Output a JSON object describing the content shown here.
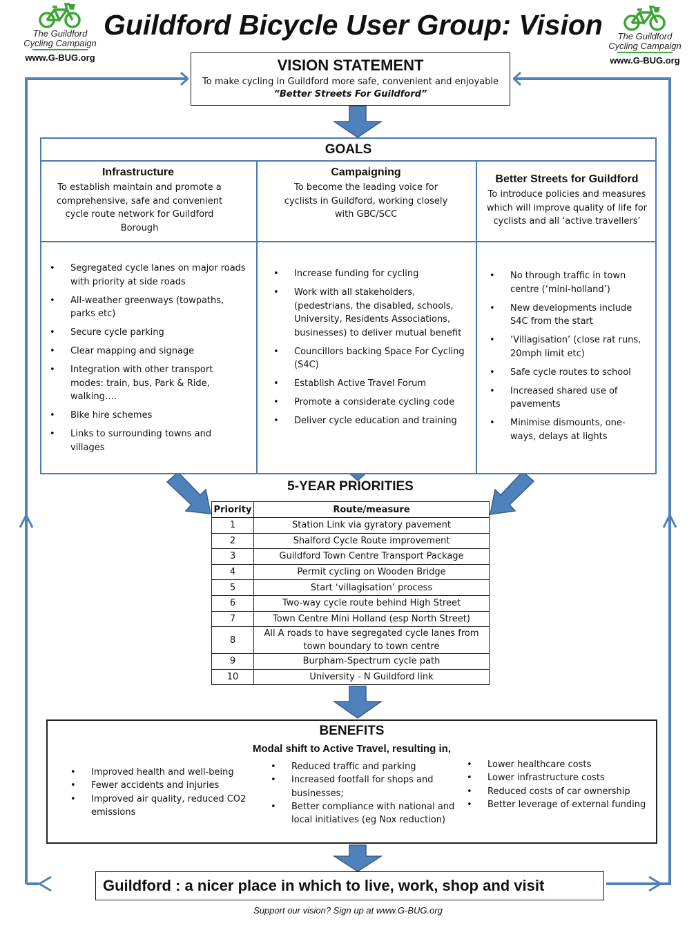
{
  "header": {
    "title": "Guildford Bicycle User Group: Vision",
    "logo_line1": "The Guildford",
    "logo_line2": "Cycling Campaign",
    "logo_url": "www.G-BUG.org"
  },
  "vision": {
    "heading": "VISION STATEMENT",
    "text": "To make cycling in Guildford more safe, convenient and enjoyable",
    "slogan": "“Better Streets For Guildford”"
  },
  "goals": {
    "heading": "GOALS",
    "columns": [
      {
        "title": "Infrastructure",
        "text": "To establish maintain and promote  a comprehensive, safe and convenient cycle route network  for Guildford Borough",
        "bullets": [
          "Segregated  cycle lanes on major roads with priority  at side roads",
          "All-weather greenways (towpaths, parks etc)",
          "Secure cycle parking",
          "Clear mapping and signage",
          "Integration with other transport modes: train, bus, Park & Ride, walking….",
          "Bike hire schemes",
          "Links to surrounding towns and villages"
        ]
      },
      {
        "title": "Campaigning",
        "text": "To become the leading voice for cyclists in Guildford, working closely with GBC/SCC",
        "bullets": [
          "Increase funding for cycling",
          "Work with all stakeholders, (pedestrians, the disabled, schools, University, Residents Associations, businesses) to deliver mutual benefit",
          "Councillors backing Space For Cycling (S4C)",
          "Establish Active Travel Forum",
          "Promote  a considerate cycling code",
          "Deliver cycle education and training"
        ]
      },
      {
        "title": "Better Streets for Guildford",
        "text": "To introduce policies and measures which will improve  quality of life for cyclists and all ‘active travellers’",
        "bullets": [
          "No through  traffic in town centre (‘mini-holland’)",
          "New developments  include S4C from the start",
          "‘Villagisation’ (close rat runs, 20mph limit etc)",
          "Safe cycle routes to school",
          "Increased shared use of pavements",
          "Minimise dismounts, one-ways, delays at lights"
        ]
      }
    ]
  },
  "priorities": {
    "heading": "5-YEAR PRIORITIES",
    "col_priority": "Priority",
    "col_route": "Route/measure",
    "rows": [
      {
        "n": "1",
        "text": "Station Link via gyratory pavement"
      },
      {
        "n": "2",
        "text": "Shalford Cycle Route improvement"
      },
      {
        "n": "3",
        "text": "Guildford Town Centre Transport Package"
      },
      {
        "n": "4",
        "text": "Permit cycling on Wooden  Bridge"
      },
      {
        "n": "5",
        "text": "Start  ‘villagisation’ process"
      },
      {
        "n": "6",
        "text": "Two-way cycle route behind High Street"
      },
      {
        "n": "7",
        "text": "Town Centre Mini Holland (esp North Street)"
      },
      {
        "n": "8",
        "text": "All A roads to have segregated cycle lanes  from town boundary  to town centre"
      },
      {
        "n": "9",
        "text": "Burpham-Spectrum  cycle path"
      },
      {
        "n": "10",
        "text": "University - N Guildford link"
      }
    ]
  },
  "benefits": {
    "heading": "BENEFITS",
    "subheading": "Modal shift to Active Travel, resulting in,",
    "col1": [
      "Improved  health and well-being",
      "Fewer accidents and injuries",
      "Improved  air quality, reduced CO2 emissions"
    ],
    "col2": [
      "Reduced traffic and parking",
      "Increased footfall for shops and businesses;",
      "Better compliance with national and local initiatives (eg Nox reduction)"
    ],
    "col3": [
      "Lower healthcare costs",
      "Lower infrastructure costs",
      "Reduced costs of car ownership",
      "Better leverage of external funding"
    ]
  },
  "outcome": "Guildford : a nicer place in which to live, work, shop and visit",
  "footer": "Support our vision? Sign up at www.G-BUG.org",
  "colors": {
    "arrow_fill": "#4f81bd",
    "arrow_stroke": "#385d8a",
    "logo_green": "#3aa635"
  }
}
